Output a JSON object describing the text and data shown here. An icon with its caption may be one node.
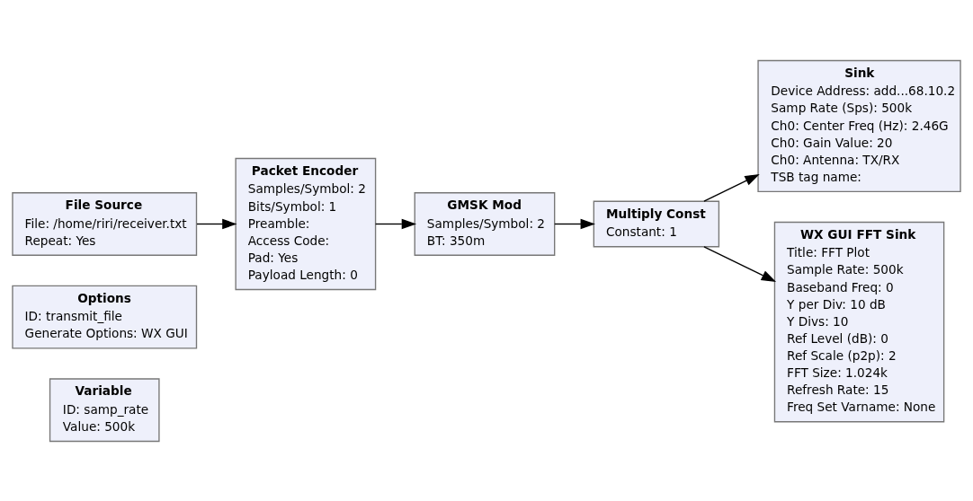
{
  "diagram": {
    "nodes": [
      {
        "text": [
          "Options",
          "ID: transmit_file",
          "Generate Options: WX GUI"
        ]
      },
      {
        "text": [
          "Variable",
          "ID: samp_rate",
          "Value: 500k"
        ]
      },
      {
        "text": [
          "File Source",
          "File: /home/riri/receiver.txt",
          "Repeat: Yes"
        ]
      },
      {
        "text": [
          "Packet Encoder",
          "Samples/Symbol: 2",
          "Bits/Symbol: 1",
          "Preamble:",
          "Access Code:",
          "Pad: Yes",
          "Payload Length: 0"
        ]
      },
      {
        "text": [
          "GMSK Mod",
          "Samples/Symbol: 2",
          "BT: 350m"
        ]
      },
      {
        "text": [
          "Multiply Const",
          "Constant: 1"
        ]
      },
      {
        "text": [
          "Sink",
          "Device Address: add...68.10.2",
          "Samp Rate (Sps): 500k",
          "Ch0: Center Freq (Hz): 2.46G",
          "Ch0: Gain Value: 20",
          "Ch0: Antenna: TX/RX",
          "TSB tag name:"
        ]
      },
      {
        "text": [
          "WX GUI FFT Sink",
          "Title: FFT Plot",
          "Sample Rate: 500k",
          "Baseband Freq: 0",
          "Y per Div: 10 dB",
          "Y Divs: 10",
          "Ref Level (dB): 0",
          "Ref Scale (p2p): 2",
          "FFT Size: 1.024k",
          "Refresh Rate: 15",
          "Freq Set Varname: None"
        ]
      }
    ],
    "edges": [
      {
        "from": 2,
        "to": 3,
        "arrow": "to"
      },
      {
        "from": 3,
        "to": 4,
        "arrow": "to"
      },
      {
        "from": 4,
        "to": 5,
        "arrow": "to"
      },
      {
        "from": 5,
        "to": 6,
        "arrow": "to"
      },
      {
        "from": 5,
        "to": 7,
        "arrow": "to"
      }
    ]
  }
}
